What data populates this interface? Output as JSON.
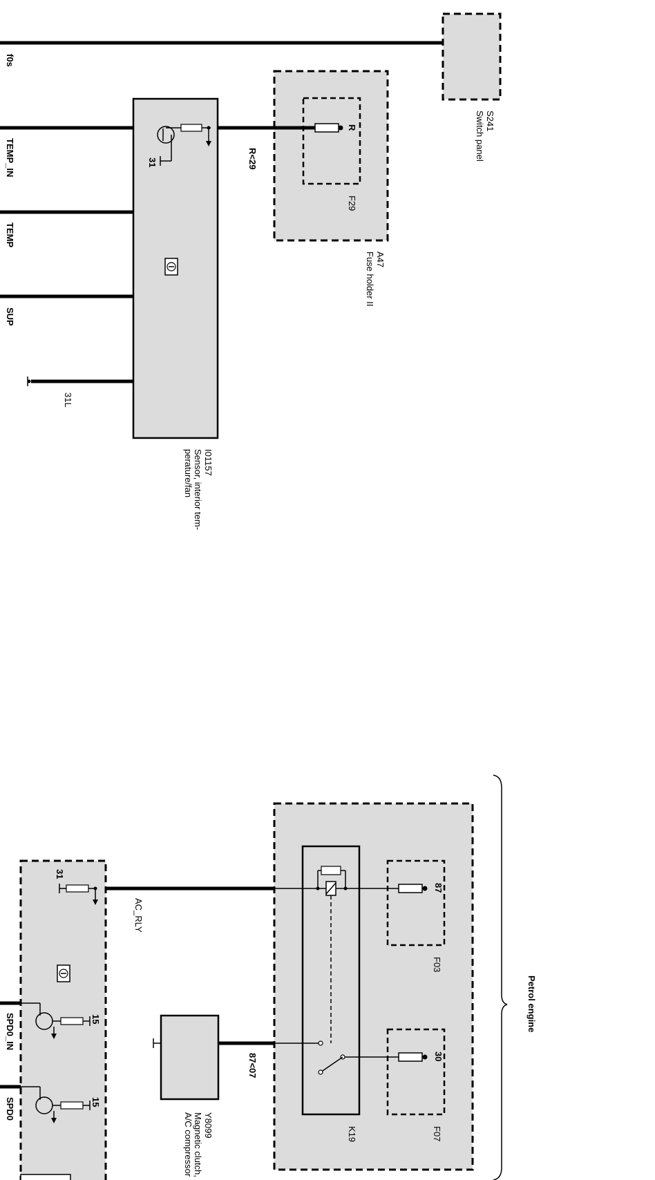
{
  "components": {
    "s241": {
      "code": "S241",
      "name": "Switch panel"
    },
    "a47": {
      "code": "A47",
      "name": "Fuse holder II",
      "fuse": "F29",
      "pin": "R"
    },
    "i01157": {
      "code": "I01157",
      "name_line1": "Sensor, interior tem-",
      "name_line2": "perature/fan",
      "ground": "31"
    },
    "k19": {
      "code": "K19",
      "fuse_a": "F03",
      "pin_a": "87",
      "fuse_b": "F07",
      "pin_b": "30"
    },
    "y8099": {
      "code": "Y8099",
      "name_line1": "Magnetic clutch,",
      "name_line2": "A/C compressor"
    },
    "lower_module": {
      "ground": "31",
      "pin_a": "15",
      "pin_b": "15"
    }
  },
  "signals": {
    "r29": "R<29",
    "ground_31l": "31L",
    "ac_rly": "AC_RLY",
    "w87_07": "87<07",
    "left_cut_1": "f0s",
    "left_cut_2": "TEMP_IN",
    "left_cut_3": "TEMP",
    "left_cut_4": "SUP",
    "left_cut_5": "SPD0_IN",
    "left_cut_6": "SPD0"
  },
  "group_label": "Petrol engine"
}
